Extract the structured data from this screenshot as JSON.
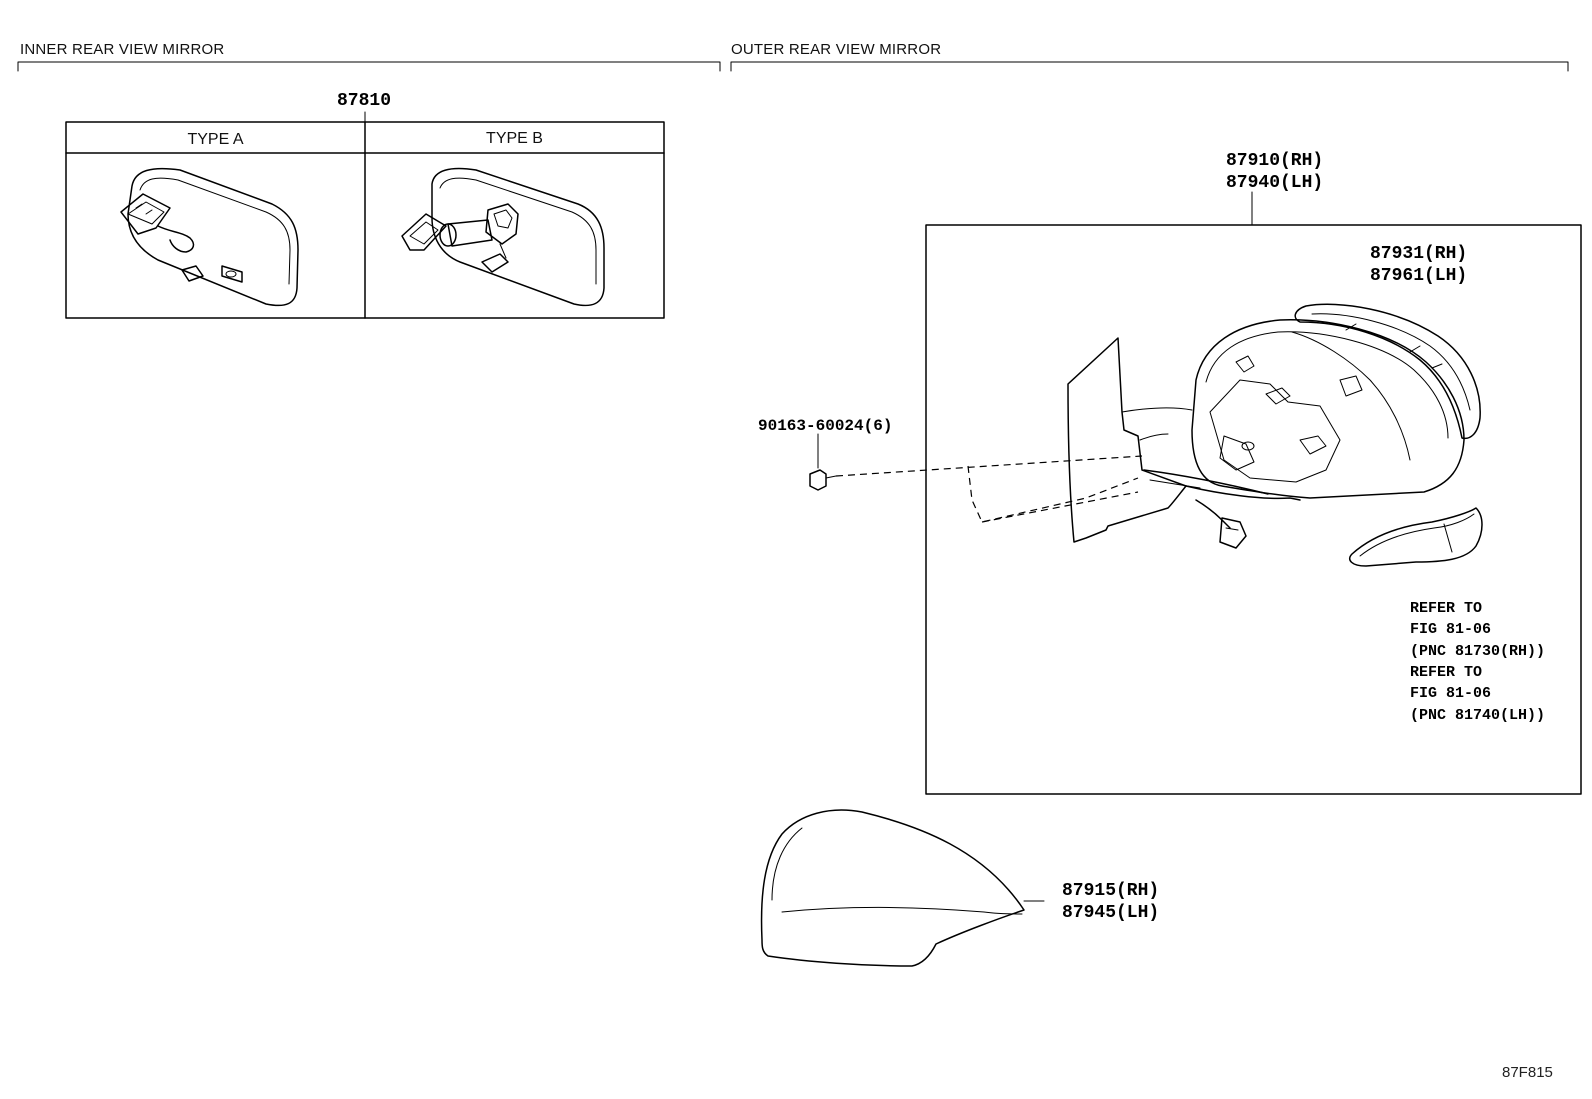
{
  "sections": {
    "inner_title": "INNER REAR VIEW MIRROR",
    "outer_title": "OUTER REAR VIEW MIRROR"
  },
  "inner": {
    "part_number": "87810",
    "type_a_label": "TYPE A",
    "type_b_label": "TYPE B"
  },
  "outer": {
    "assembly_rh": "87910(RH)",
    "assembly_lh": "87940(LH)",
    "lamp_cover_rh": "87931(RH)",
    "lamp_cover_lh": "87961(LH)",
    "screw": "90163-60024(6)",
    "cover_rh": "87915(RH)",
    "cover_lh": "87945(LH)",
    "refer_notes": [
      "REFER TO",
      "FIG 81-06",
      "(PNC 81730(RH))",
      "REFER TO",
      "FIG 81-06",
      "(PNC 81740(LH))"
    ]
  },
  "figure_code": "87F815"
}
